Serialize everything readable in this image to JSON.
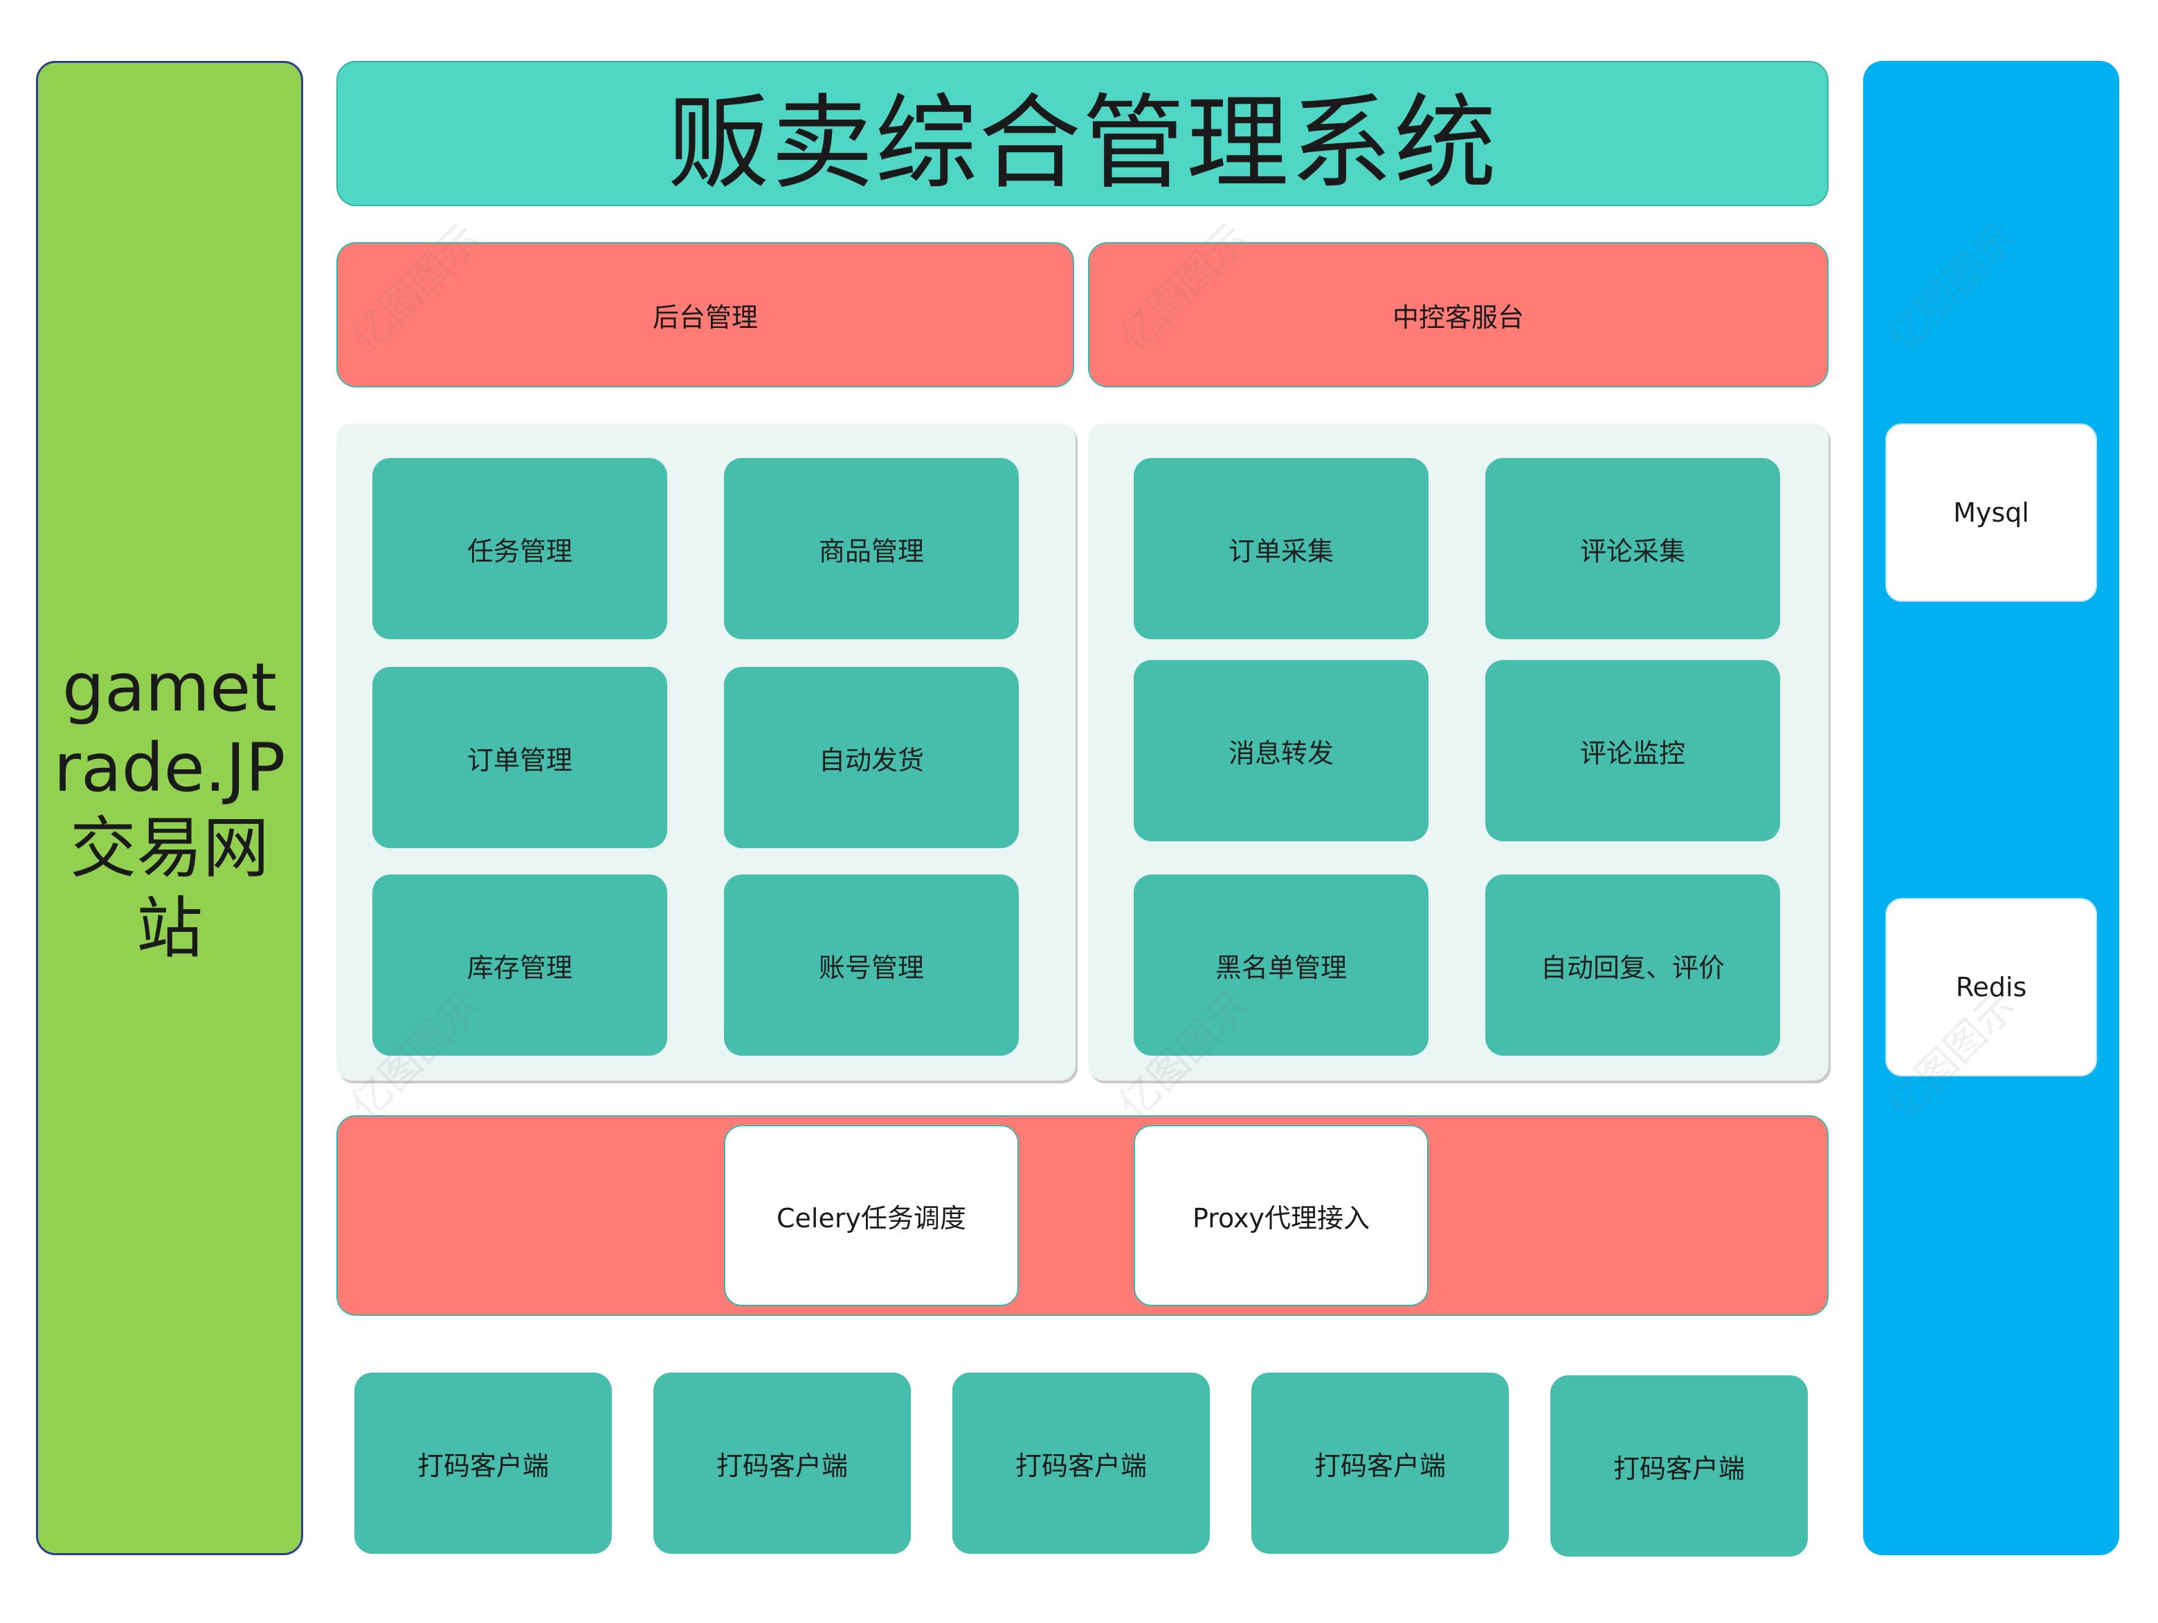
{
  "title": "贩卖综合管理系统",
  "left_panel": {
    "label": "gametrade.JP交易网站"
  },
  "headers": {
    "backend": "后台管理",
    "control": "中控客服台"
  },
  "backend_modules": [
    "任务管理",
    "商品管理",
    "订单管理",
    "自动发货",
    "库存管理",
    "账号管理"
  ],
  "control_modules": [
    "订单采集",
    "评论采集",
    "消息转发",
    "评论监控",
    "黑名单管理",
    "自动回复、评价"
  ],
  "services": [
    "Celery任务调度",
    "Proxy代理接入"
  ],
  "clients": [
    "打码客户端",
    "打码客户端",
    "打码客户端",
    "打码客户端",
    "打码客户端"
  ],
  "storage": [
    "Mysql",
    "Redis"
  ],
  "watermark": "亿图图示",
  "colors": {
    "left_panel": "#92d050",
    "right_panel": "#00b0f0",
    "title": "#4fd6c5",
    "red": "#ff7b76",
    "tile": "#47bdab",
    "group_bg": "#e9f6f3"
  }
}
